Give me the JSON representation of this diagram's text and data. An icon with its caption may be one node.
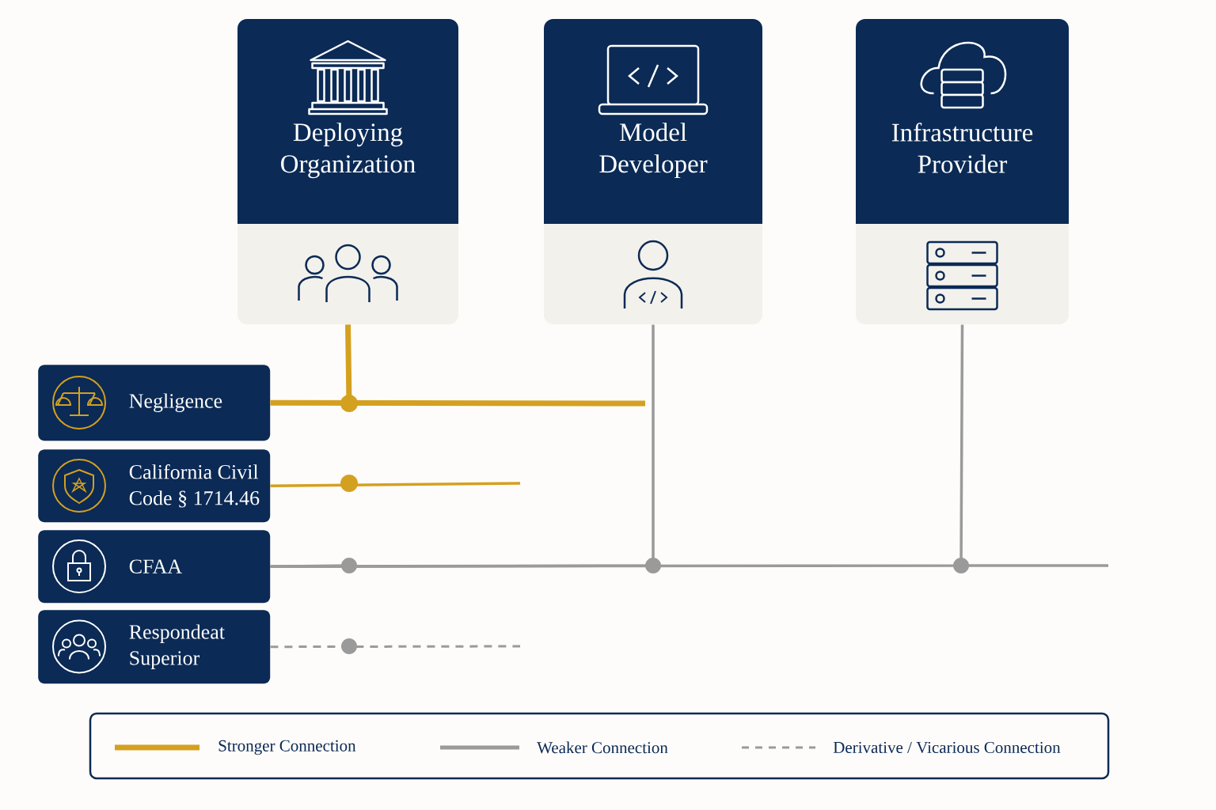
{
  "diagram": {
    "nodes": [
      {
        "text": [
          "Deploying Organization"
        ]
      },
      {
        "text": [
          "Model Developer"
        ]
      },
      {
        "text": [
          "Infrastructure Provider"
        ]
      },
      {
        "text": [
          "Negligence"
        ]
      },
      {
        "text": [
          "California Civil Code § 1714.46"
        ]
      },
      {
        "text": [
          "CFAA"
        ]
      },
      {
        "text": [
          "Respondeat Superior"
        ]
      }
    ],
    "edges": [
      {
        "from": 0,
        "to": 3,
        "arrow": "none",
        "color": "#d4a020",
        "style": "thick"
      },
      {
        "from": null,
        "to": 4,
        "arrow": "none",
        "color": "#d4a020"
      },
      {
        "from": null,
        "to": 5,
        "arrow": "other"
      },
      {
        "from": 1,
        "to": 5,
        "arrow": "none"
      },
      {
        "from": 2,
        "to": 5,
        "arrow": "none"
      },
      {
        "from": null,
        "to": 6,
        "arrow": "none",
        "style": "dashed"
      }
    ],
    "legend": [
      {
        "text": "Stronger Connection"
      },
      {
        "text": "Weaker Connection"
      },
      {
        "text": "Derivative / Vicarious Connection"
      }
    ]
  }
}
